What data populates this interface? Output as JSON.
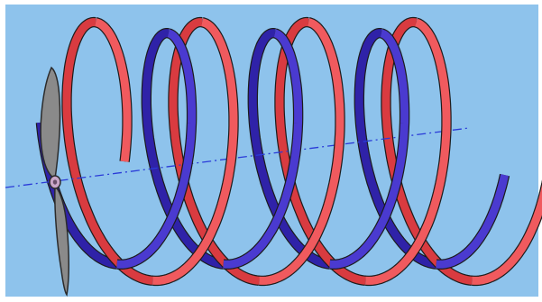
{
  "scene": {
    "kind": "propeller-helical-wake",
    "background_color": "#8ec3ec",
    "frame_color": "#ffffff",
    "helices": [
      {
        "name": "red-helix",
        "color_front": "#f05a5e",
        "color_back": "#d93b40",
        "turns": 4
      },
      {
        "name": "blue-helix",
        "color_front": "#4a3ad0",
        "color_back": "#2f22a8",
        "turns": 3.5
      }
    ],
    "axis": {
      "style": "dash-dot",
      "color": "#2a3bd8"
    },
    "propeller": {
      "blade_color": "#8a8a8a",
      "blade_outline": "#2b2b2b",
      "hub_color": "#c9a6c8"
    }
  }
}
